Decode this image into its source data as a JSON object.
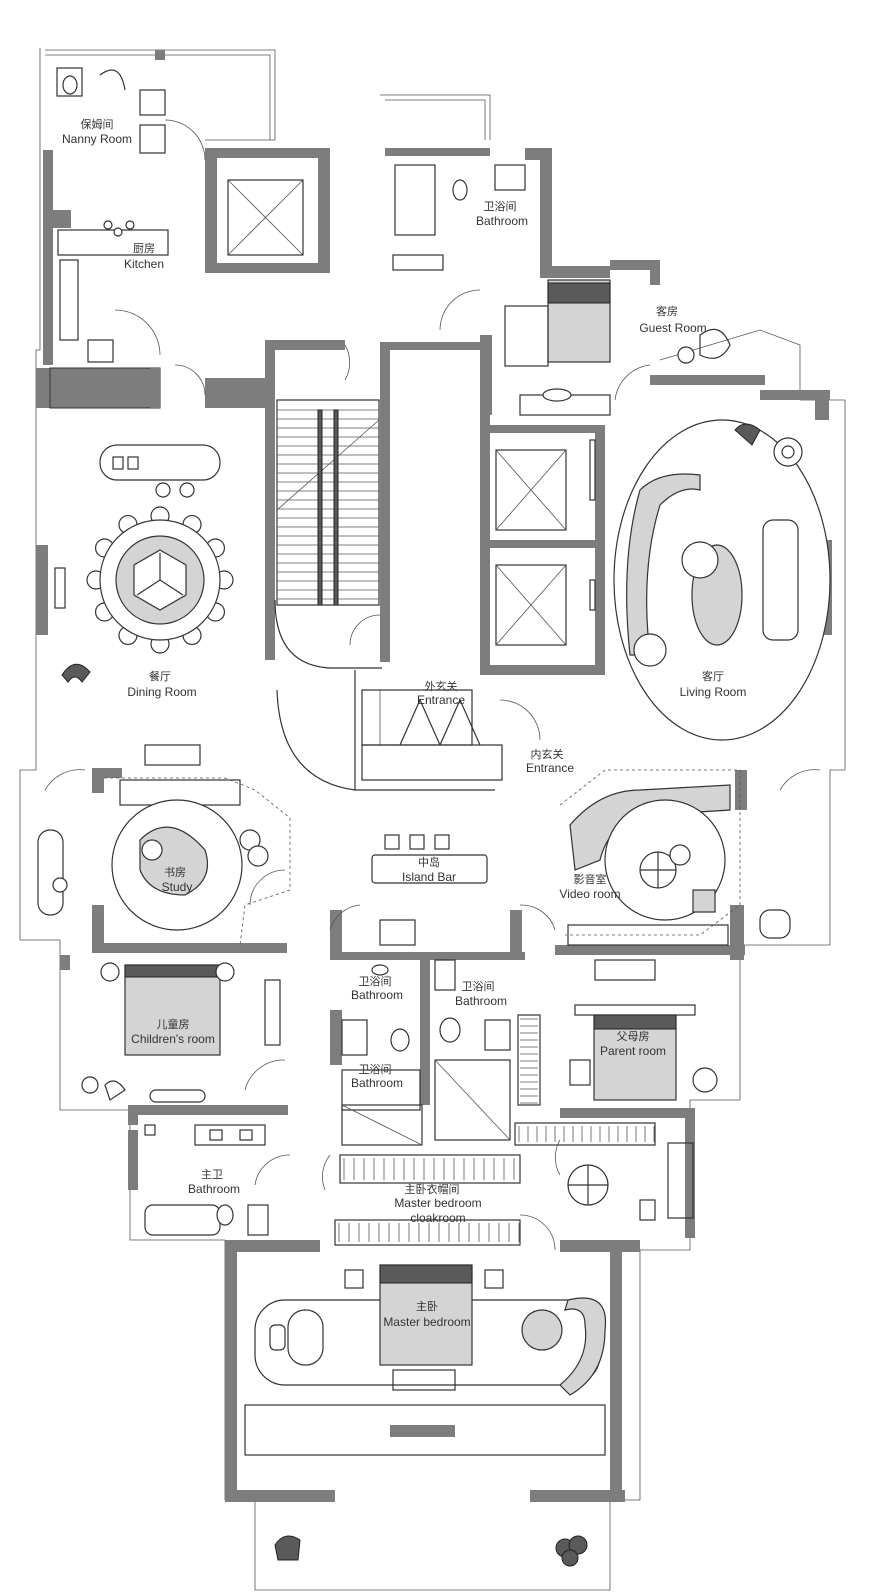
{
  "rooms": {
    "nanny": {
      "cn": "保姆间",
      "en": "Nanny Room"
    },
    "kitchen": {
      "cn": "厨房",
      "en": "Kitchen"
    },
    "bathroom_top": {
      "cn": "卫浴间",
      "en": "Bathroom"
    },
    "guest": {
      "cn": "客房",
      "en": "Guest Room"
    },
    "dining": {
      "cn": "餐厅",
      "en": "Dining Room"
    },
    "living": {
      "cn": "客厅",
      "en": "Living Room"
    },
    "outer_entrance": {
      "cn": "外玄关",
      "en": "Entrance"
    },
    "inner_entrance": {
      "cn": "内玄关",
      "en": "Entrance"
    },
    "study": {
      "cn": "书房",
      "en": "Study"
    },
    "island": {
      "cn": "中岛",
      "en": "Island Bar"
    },
    "video": {
      "cn": "影音室",
      "en": "Video room"
    },
    "children": {
      "cn": "儿童房",
      "en": "Children's room"
    },
    "bathroom_mid_a": {
      "cn": "卫浴间",
      "en": "Bathroom"
    },
    "bathroom_mid_b": {
      "cn": "卫浴间",
      "en": "Bathroom"
    },
    "bathroom_mid_c": {
      "cn": "卫浴间",
      "en": "Bathroom"
    },
    "parent": {
      "cn": "父母房",
      "en": "Parent room"
    },
    "master_bath": {
      "cn": "主卫",
      "en": "Bathroom"
    },
    "cloakroom": {
      "cn": "主卧衣帽间",
      "en_1": "Master bedroom",
      "en_2": "cloakroom"
    },
    "master": {
      "cn": "主卧",
      "en": "Master bedroom"
    }
  },
  "colors": {
    "wall": "#7d7d7d",
    "line": "#333333",
    "furniture_fill": "#d4d4d4"
  }
}
